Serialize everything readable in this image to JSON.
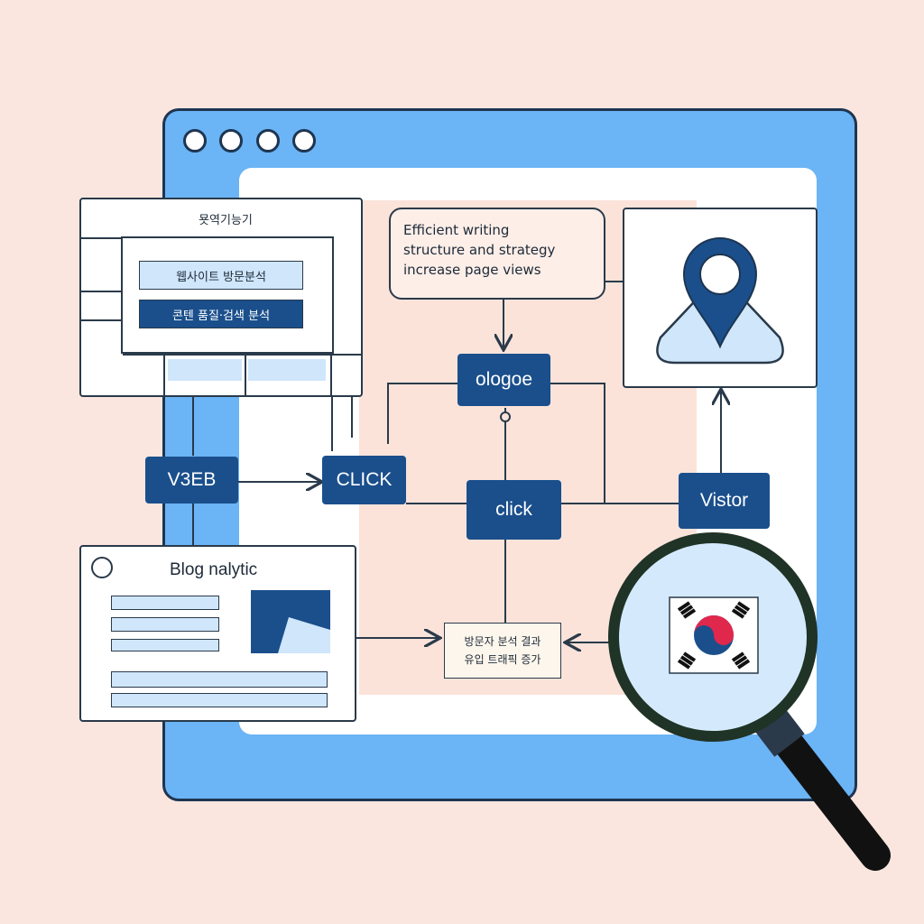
{
  "top_card": {
    "title": "묫역기능기",
    "bar1_text": "웹사이트 방문분석",
    "bar2_text": "콘텐 품질·검색 분석"
  },
  "callout": {
    "line1": "Efficient writing",
    "line2": "structure and strategy",
    "line3": "increase page views"
  },
  "nodes": {
    "ologoe": "ologoe",
    "web": "V3EB",
    "click_caps": "CLICK",
    "click": "click",
    "visitor": "Vistor"
  },
  "analytics_card": {
    "title": "Blog nalytic"
  },
  "result_box": {
    "line1": "방문자 분석 결과",
    "line2": "유입 트래픽 증가"
  },
  "colors": {
    "background": "#fbe6df",
    "browser_blue": "#6bb4f5",
    "node_navy": "#1a4f8c",
    "light_blue": "#cfe6fb"
  }
}
